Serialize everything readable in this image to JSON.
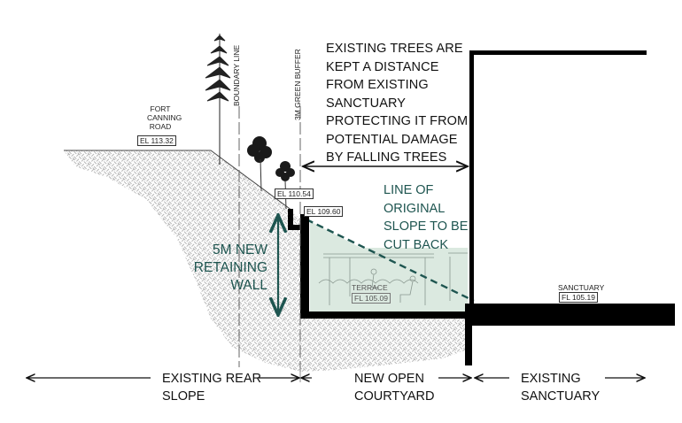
{
  "diagram": {
    "type": "architectural-section",
    "colors": {
      "teal_annotation": "#1e5550",
      "courtyard_fill": "#dbe9e0",
      "wall_black": "#000000",
      "hatch_gray": "#9a9a9a"
    },
    "main_note": [
      "EXISTING TREES ARE",
      "KEPT A DISTANCE",
      "FROM EXISTING",
      "SANCTUARY",
      "PROTECTING IT FROM",
      "POTENTIAL DAMAGE",
      "BY FALLING TREES"
    ],
    "slope_note": [
      "LINE OF",
      "ORIGINAL",
      "SLOPE TO BE",
      "CUT BACK"
    ],
    "wall_note": [
      "5M NEW",
      "RETAINING",
      "WALL"
    ],
    "vertical_labels": {
      "boundary": "BOUNDARY LINE",
      "buffer": "3M GREEN BUFFER"
    },
    "road_label": [
      "FORT",
      "CANNING",
      "ROAD"
    ],
    "levels": {
      "road": "EL 113.32",
      "slope_top": "EL 110.54",
      "wall_top": "EL 109.60",
      "terrace": "FL 105.09",
      "sanctuary": "FL 105.19"
    },
    "space_labels": {
      "terrace": "TERRACE",
      "sanctuary": "SANCTUARY"
    },
    "zones": [
      {
        "lines": [
          "EXISTING REAR",
          "SLOPE"
        ]
      },
      {
        "lines": [
          "NEW OPEN",
          "COURTYARD"
        ]
      },
      {
        "lines": [
          "EXISTING",
          "SANCTUARY"
        ]
      }
    ]
  }
}
